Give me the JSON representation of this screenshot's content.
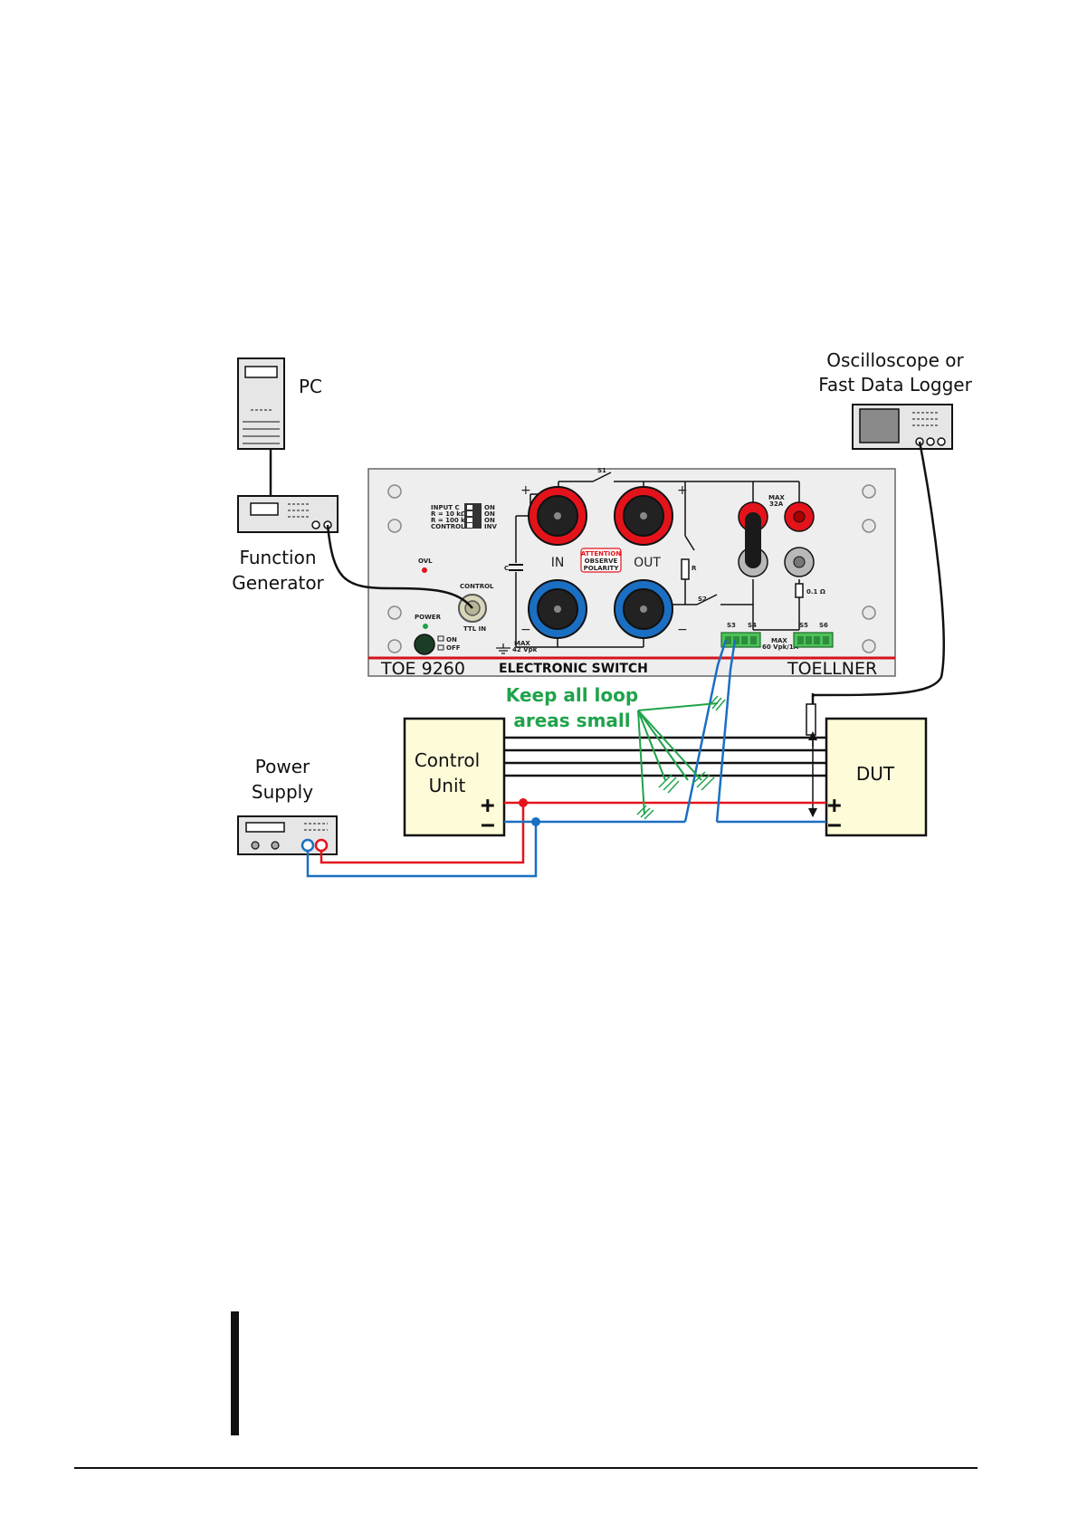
{
  "labels": {
    "pc": "PC",
    "function_generator_l1": "Function",
    "function_generator_l2": "Generator",
    "oscilloscope_l1": "Oscilloscope or",
    "oscilloscope_l2": "Fast Data Logger",
    "power_supply_l1": "Power",
    "power_supply_l2": "Supply",
    "control_unit_l1": "Control",
    "control_unit_l2": "Unit",
    "dut": "DUT",
    "plus": "+",
    "minus": "−",
    "note_l1": "Keep all loop",
    "note_l2": "areas small"
  },
  "panel": {
    "model": "TOE 9260",
    "name": "ELECTRONIC SWITCH",
    "brand": "TOELLNER",
    "in_label": "IN",
    "out_label": "OUT",
    "attention_l1": "ATTENTION",
    "attention_l2": "OBSERVE",
    "attention_l3": "POLARITY",
    "ovl": "OVL",
    "control": "CONTROL",
    "ttl_in": "TTL IN",
    "power": "POWER",
    "on": "ON",
    "off": "OFF",
    "max_in_l1": "MAX",
    "max_in_l2": "42 Vpk",
    "max_current_l1": "MAX",
    "max_current_l2": "32A",
    "shunt": "0.1 Ω",
    "max_sense_l1": "MAX",
    "max_sense_l2": "60 Vpk/1A",
    "s1": "S1",
    "s2": "S2",
    "s3": "S3",
    "s4": "S4",
    "s5": "S5",
    "s6": "S6",
    "cap": "C",
    "res": "R",
    "plus": "+",
    "minus": "−",
    "dip_left": [
      "INPUT C",
      "R = 10 kΩ",
      "R = 100 kΩ",
      "CONTROL"
    ],
    "dip_right": [
      "ON",
      "ON",
      "ON",
      "INV"
    ]
  },
  "colors": {
    "red": "#e4131b",
    "blue": "#1b6fc2",
    "green": "#1fa34a",
    "box_fill": "#fdfbd8",
    "panel_fill": "#eeeeee",
    "device_fill": "#e6e6e6"
  }
}
